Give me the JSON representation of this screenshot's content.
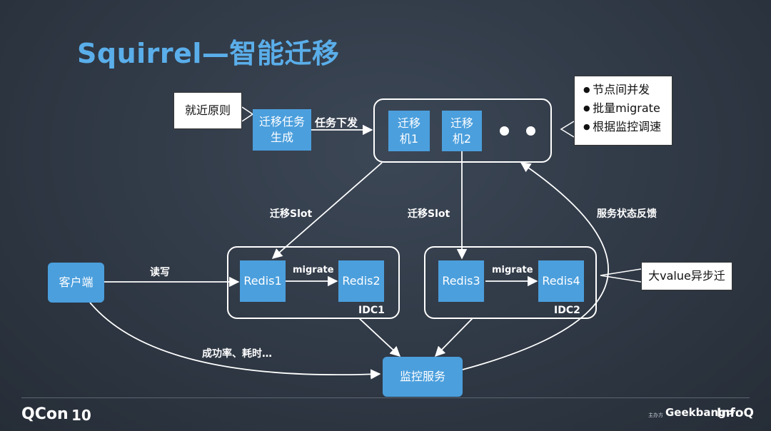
{
  "title": "Squirrel—智能迁移",
  "nodes": {
    "nearby": "就近原则",
    "task_gen_line1": "迁移任务",
    "task_gen_line2": "生成",
    "machine1_line1": "迁移",
    "machine1_line2": "机1",
    "machine2_line1": "迁移",
    "machine2_line2": "机2",
    "client": "客户端",
    "redis1": "Redis1",
    "redis2": "Redis2",
    "redis3": "Redis3",
    "redis4": "Redis4",
    "monitor": "监控服务",
    "big_value": "大value异步迁"
  },
  "features": [
    "节点间并发",
    "批量migrate",
    "根据监控调速"
  ],
  "labels": {
    "dispatch": "任务下发",
    "migrate_slot_1": "迁移Slot",
    "migrate_slot_2": "迁移Slot",
    "feedback": "服务状态反馈",
    "read_write": "读写",
    "migrate_1": "migrate",
    "migrate_2": "migrate",
    "idc1": "IDC1",
    "idc2": "IDC2",
    "metrics": "成功率、耗时…"
  },
  "footer": {
    "qcon": "QCon",
    "qcon_mark": "10",
    "host": "主办方",
    "geekbang": "Geekbang>.",
    "infoq": "InfoQ"
  },
  "colors": {
    "accent": "#5aaeea",
    "node_fill": "#4b9fdd",
    "background": "#2e3743"
  }
}
